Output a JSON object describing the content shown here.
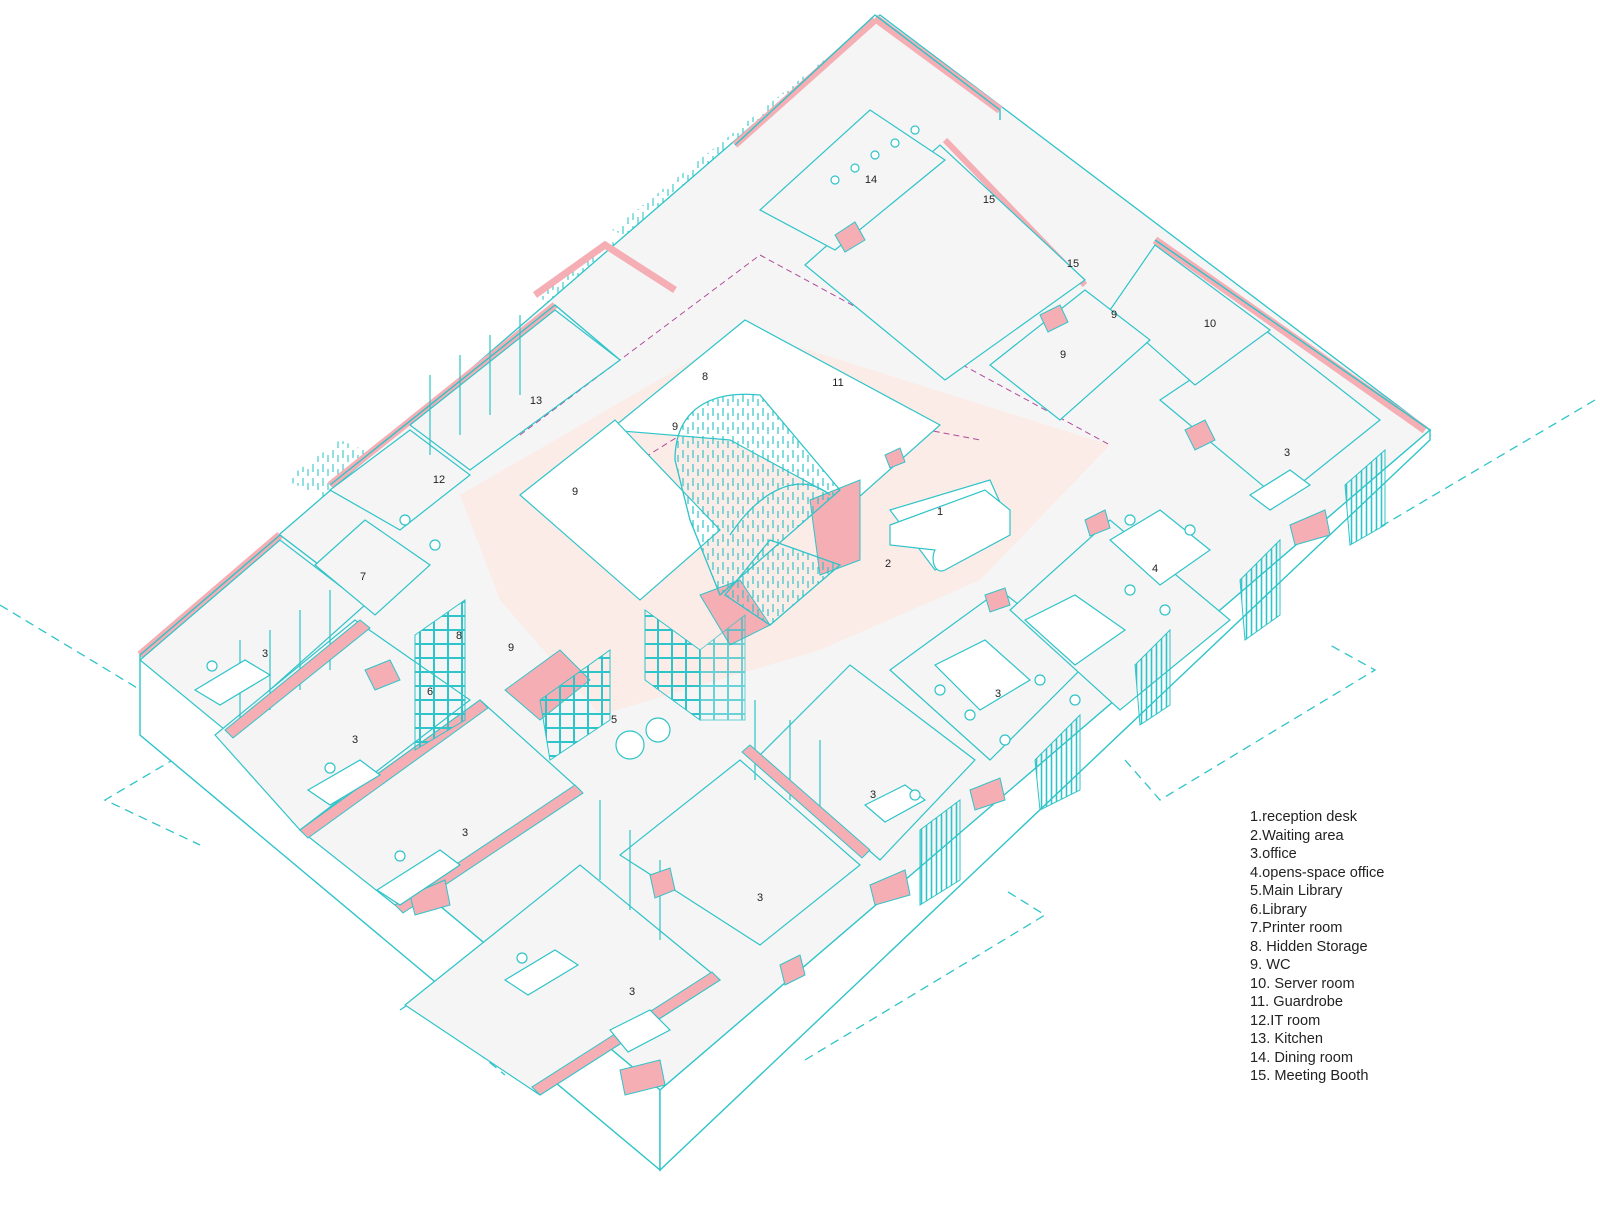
{
  "colors": {
    "line": "#2fc4c9",
    "wall": "#f4aeb4",
    "wall_face": "#ffffff",
    "floor": "#f5f5f6",
    "corridor": "#fbece8",
    "dashed_path": "#b04a9a",
    "text": "#222222"
  },
  "legend": [
    "1.reception desk",
    "2.Waiting area",
    "3.office",
    "4.opens-space office",
    "5.Main Library",
    "6.Library",
    "7.Printer room",
    "8. Hidden Storage",
    "9. WC",
    "10. Server room",
    "11. Guardrobe",
    "12.IT room",
    "13. Kitchen",
    "14. Dining room",
    "15. Meeting Booth"
  ],
  "room_labels": [
    "1",
    "2",
    "3",
    "3",
    "3",
    "3",
    "3",
    "3",
    "3",
    "3",
    "4",
    "5",
    "6",
    "7",
    "8",
    "8",
    "9",
    "9",
    "9",
    "9",
    "9",
    "10",
    "11",
    "12",
    "13",
    "14",
    "15",
    "15"
  ]
}
